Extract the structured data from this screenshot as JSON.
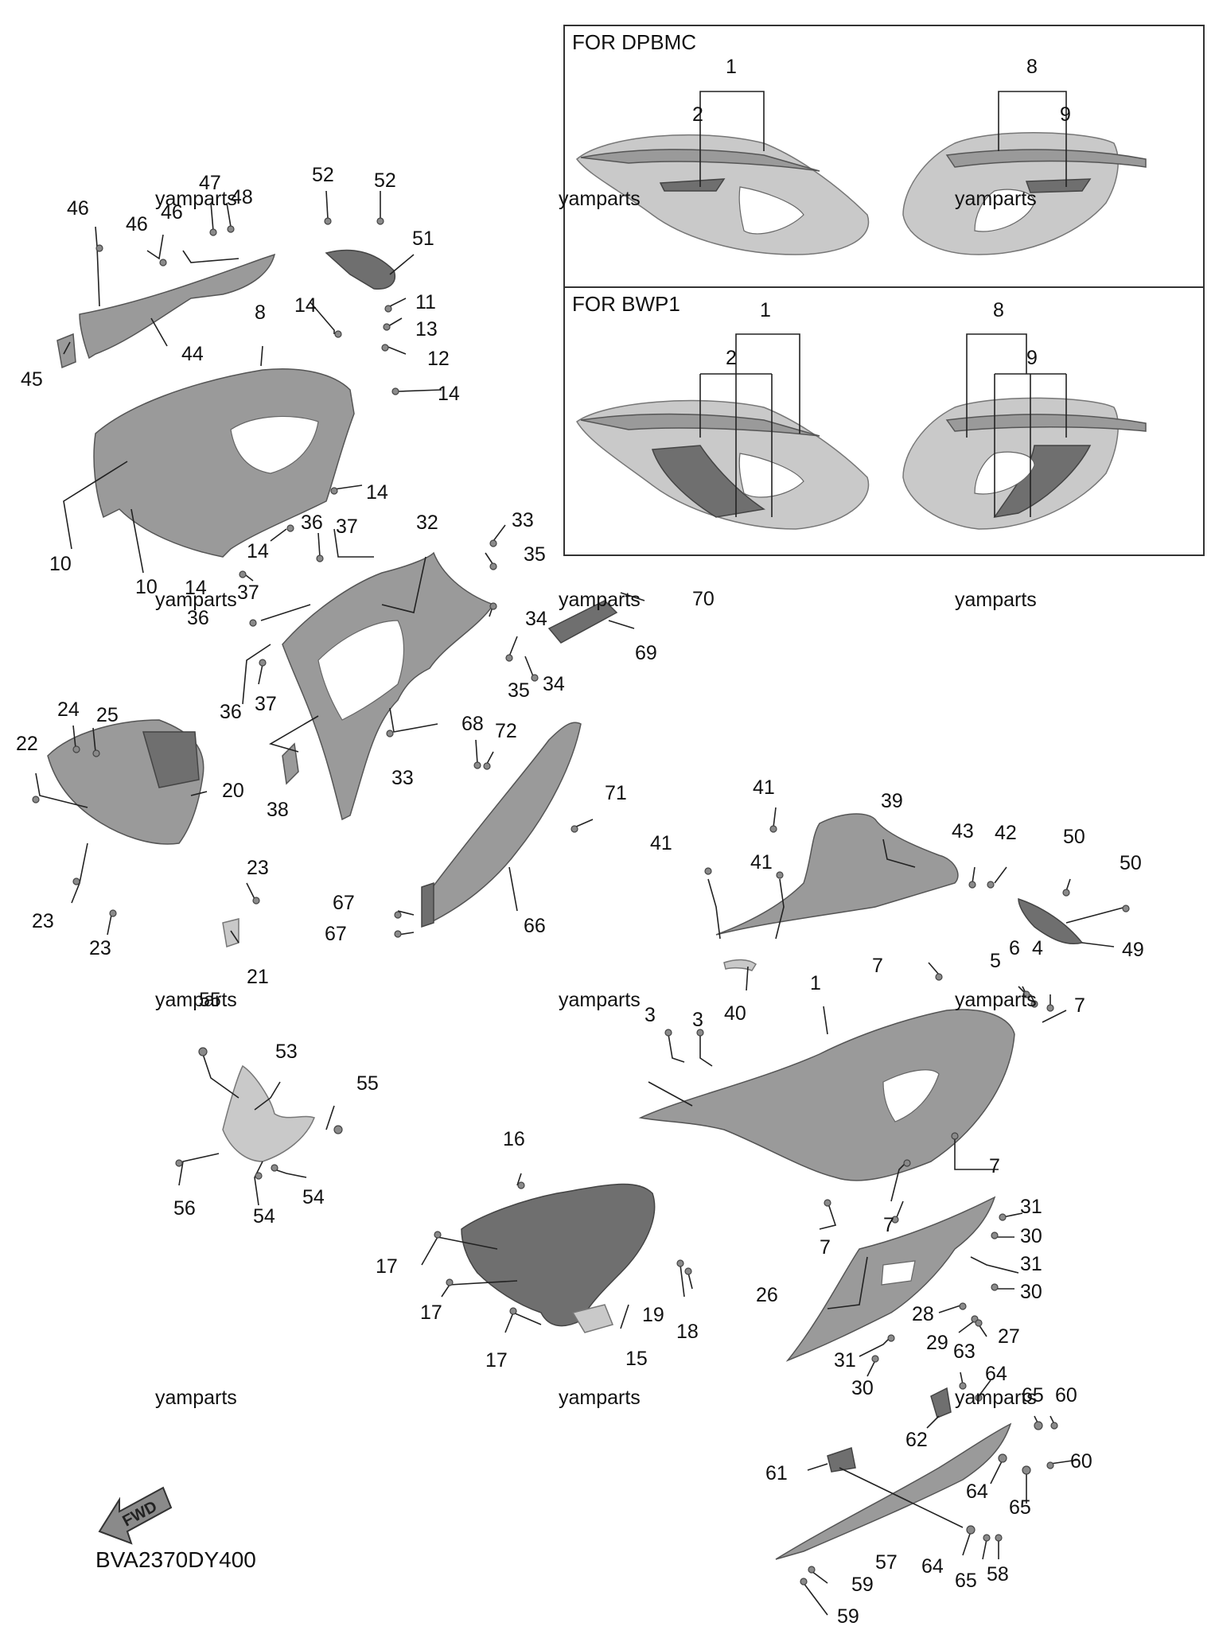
{
  "diagram_code": "BVA2370DY400",
  "direction_arrow_label": "FWD",
  "watermark": "yamparts",
  "inset": {
    "top_title": "FOR DPBMC",
    "bottom_title": "FOR BWP1"
  },
  "labels": {
    "l1": "1",
    "l2": "2",
    "l8": "8",
    "l9": "9",
    "b1": "1",
    "b2": "2",
    "b8": "8",
    "b9": "9",
    "n46a": "46",
    "n47": "47",
    "n48": "48",
    "n46b": "46",
    "n46c": "46",
    "n52a": "52",
    "n52b": "52",
    "n51": "51",
    "n11": "11",
    "n13": "13",
    "n12": "12",
    "n14a": "14",
    "n14b": "14",
    "n45": "45",
    "n44": "44",
    "n8": "8",
    "n10a": "10",
    "n10b": "10",
    "n14c": "14",
    "n14d": "14",
    "n14e": "14",
    "n36a": "36",
    "n37a": "37",
    "n32": "32",
    "n33a": "33",
    "n35a": "35",
    "n34a": "34",
    "n37b": "37",
    "n36b": "36",
    "n36c": "36",
    "n37c": "37",
    "n38": "38",
    "n35b": "35",
    "n34b": "34",
    "n33b": "33",
    "n70": "70",
    "n69": "69",
    "n24": "24",
    "n25": "25",
    "n22": "22",
    "n20": "20",
    "n23a": "23",
    "n23b": "23",
    "n23c": "23",
    "n21": "21",
    "n68": "68",
    "n72": "72",
    "n71": "71",
    "n67a": "67",
    "n67b": "67",
    "n66": "66",
    "n41a": "41",
    "n39": "39",
    "n41b": "41",
    "n41c": "41",
    "n43": "43",
    "n42": "42",
    "n50a": "50",
    "n50b": "50",
    "n49": "49",
    "n40": "40",
    "n7a": "7",
    "n5": "5",
    "n6": "6",
    "n4": "4",
    "n7b": "7",
    "n3a": "3",
    "n3b": "3",
    "n1": "1",
    "n7c": "7",
    "n7d": "7",
    "n7e": "7",
    "n55a": "55",
    "n53": "53",
    "n55b": "55",
    "n56": "56",
    "n54a": "54",
    "n54b": "54",
    "n16": "16",
    "n17a": "17",
    "n17b": "17",
    "n17c": "17",
    "n19": "19",
    "n18": "18",
    "n15": "15",
    "n31a": "31",
    "n30a": "30",
    "n31b": "31",
    "n30b": "30",
    "n26": "26",
    "n28": "28",
    "n29": "29",
    "n27": "27",
    "n31c": "31",
    "n30c": "30",
    "n63": "63",
    "n64a": "64",
    "n62": "62",
    "n65a": "65",
    "n60a": "60",
    "n61": "61",
    "n60b": "60",
    "n64b": "64",
    "n65b": "65",
    "n57": "57",
    "n64c": "64",
    "n65c": "65",
    "n58": "58",
    "n59a": "59",
    "n59b": "59"
  }
}
